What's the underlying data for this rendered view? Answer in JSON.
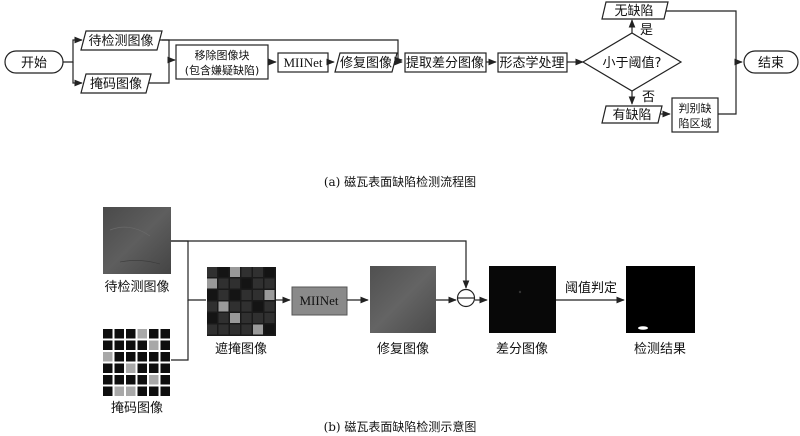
{
  "flowchart": {
    "start": "开始",
    "image_to_detect": "待检测图像",
    "mask_image": "掩码图像",
    "remove_blocks_line1": "移除图像块",
    "remove_blocks_line2": "(包含嫌疑缺陷)",
    "miinet": "MIINet",
    "repaired_image": "修复图像",
    "extract_diff": "提取差分图像",
    "morphology": "形态学处理",
    "decision": "小于阈值?",
    "yes": "是",
    "no": "否",
    "no_defect": "无缺陷",
    "has_defect": "有缺陷",
    "judge_line1": "判别缺",
    "judge_line2": "陷区域",
    "end": "结束",
    "caption": "(a) 磁瓦表面缺陷检测流程图"
  },
  "schematic": {
    "image_to_detect": "待检测图像",
    "mask_image": "掩码图像",
    "masked_image": "遮掩图像",
    "miinet": "MIINet",
    "repaired_image": "修复图像",
    "diff_image": "差分图像",
    "threshold_judge": "阈值判定",
    "detection_result": "检测结果",
    "caption": "(b) 磁瓦表面缺陷检测示意图"
  },
  "colors": {
    "stroke": "#222222",
    "miinet_fill": "#8a8a8a",
    "tile_dark": "#303030",
    "tile_black": "#141414",
    "tile_gray": "#9a9a9a",
    "mask_black": "#0e0e0e",
    "mask_gray": "#a8a8a8"
  }
}
